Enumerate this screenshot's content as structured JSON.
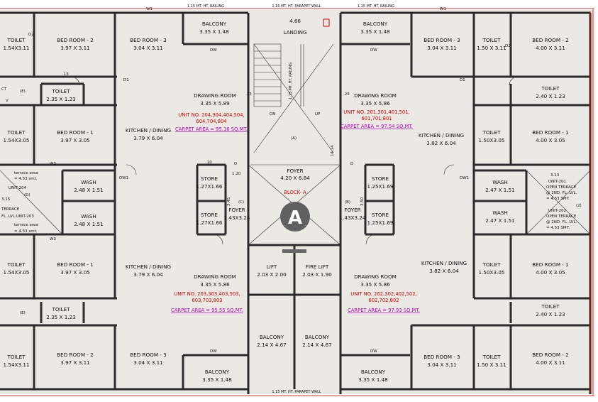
{
  "block": {
    "name": "BLOCK- A",
    "badge": "A"
  },
  "edge_labels": {
    "parapet_top_left": "1.15 MT. HT. RAILING",
    "parapet_top_mid": "1.15 MT. HT. PARAPET WALL",
    "parapet_top_right": "1.15 MT. HT. RAILING",
    "parapet_bottom": "1.15 MT. HT. PARAPET WALL",
    "railing_stair": "1.15 MT. HT. RAILING"
  },
  "core": {
    "landing": {
      "name": "LANDING",
      "dim": "4.66"
    },
    "stair_dn": "DN",
    "stair_up": "UP",
    "stair_a": "(A)",
    "foyer": {
      "name": "FOYER",
      "dim": "4.20 X 6.84"
    },
    "lift": {
      "name": "LIFT",
      "dim": "2.03 X 2.00"
    },
    "fire_lift": {
      "name": "FIRE LIFT",
      "dim": "2.03 X 1.90"
    },
    "side_dim": "14.14"
  },
  "units": [
    {
      "no": "UNIT NO. 204,304,404,504,",
      "no2": "604,704,804",
      "carpet": "CARPET AREA = 95.16 SQ.MT."
    },
    {
      "no": "UNIT NO. 201,301,401,501,",
      "no2": "601,701,801",
      "carpet": "CARPET AREA = 97.54 SQ.MT."
    },
    {
      "no": "UNIT NO. 203,303,403,503,",
      "no2": "603,703,803",
      "carpet": "CARPET AREA = 95.55 SQ.MT."
    },
    {
      "no": "UNIT NO. 202,302,402,502,",
      "no2": "602,702,802",
      "carpet": "CARPET AREA = 97.93 SQ.MT."
    }
  ],
  "rooms": {
    "balcony_tl": {
      "name": "BALCONY",
      "dim": "3.35 X 1.48"
    },
    "balcony_tr": {
      "name": "BALCONY",
      "dim": "3.35 X 1.48"
    },
    "balcony_bl": {
      "name": "BALCONY",
      "dim": "3.35 X 1.48"
    },
    "balcony_br": {
      "name": "BALCONY",
      "dim": "3.35 X 1.48"
    },
    "balcony_bm1": {
      "name": "BALCONY",
      "dim": "2.14 X 4.67"
    },
    "balcony_bm2": {
      "name": "BALCONY",
      "dim": "2.14 X 4.67"
    },
    "bed2_tl": {
      "name": "BED ROOM - 2",
      "dim": "3.97 X 3.11"
    },
    "bed3_tl": {
      "name": "BED ROOM - 3",
      "dim": "3.04 X 3.11"
    },
    "toilet_tl": {
      "name": "TOILET",
      "dim": "1.54X3.11"
    },
    "bed3_tr": {
      "name": "BED ROOM - 3",
      "dim": "3.04 X 3.11"
    },
    "toilet_tr": {
      "name": "TOILET",
      "dim": "1.50 X 3.11"
    },
    "bed2_tr": {
      "name": "BED ROOM - 2",
      "dim": "4.00 X 3.11"
    },
    "drawing_tl": {
      "name": "DRAWING ROOM",
      "dim": "3.35 X 5.89"
    },
    "drawing_tr": {
      "name": "DRAWING ROOM",
      "dim": "3.35 X 5.86"
    },
    "drawing_bl": {
      "name": "DRAWING ROOM",
      "dim": "3.35 X 5.86"
    },
    "drawing_br": {
      "name": "DRAWING ROOM",
      "dim": "3.35 X 5.86"
    },
    "toilet_l1": {
      "name": "TOILET",
      "dim": "2.35 X 1.23"
    },
    "toilet_r1": {
      "name": "TOILET",
      "dim": "2.40 X 1.23"
    },
    "toilet_l2": {
      "name": "TOILET",
      "dim": "1.54X3.05"
    },
    "bed1_l1": {
      "name": "BED ROOM - 1",
      "dim": "3.97 X 3.05"
    },
    "kitchen_l1": {
      "name": "KITCHEN / DINING",
      "dim": "3.79 X 6.04"
    },
    "kitchen_r1": {
      "name": "KITCHEN / DINING",
      "dim": "3.82 X 6.04"
    },
    "toilet_r2": {
      "name": "TOILET",
      "dim": "1.50X3.05"
    },
    "bed1_r1": {
      "name": "BED ROOM - 1",
      "dim": "4.00 X 3.05"
    },
    "wash_l1": {
      "name": "WASH",
      "dim": "2.48 X 1.51"
    },
    "wash_l2": {
      "name": "WASH",
      "dim": "2.48 X 1.51"
    },
    "wash_r1": {
      "name": "WASH",
      "dim": "2.47 X 1.51"
    },
    "wash_r2": {
      "name": "WASH",
      "dim": "2.47 X 1.51"
    },
    "store_l1": {
      "name": "STORE",
      "dim": "1.27X1.66"
    },
    "store_l2": {
      "name": "STORE",
      "dim": "1.27X1.66"
    },
    "store_r1": {
      "name": "STORE",
      "dim": "1.25X1.69"
    },
    "store_r2": {
      "name": "STORE",
      "dim": "1.25X1.69"
    },
    "foyer_l": {
      "name": "FOYER",
      "dim": "1.43X3.24"
    },
    "foyer_r": {
      "name": "FOYER",
      "dim": "1.43X3.24"
    },
    "toilet_l3": {
      "name": "TOILET",
      "dim": "1.54X3.05"
    },
    "bed1_l2": {
      "name": "BED ROOM - 1",
      "dim": "3.97 X 3.05"
    },
    "kitchen_l2": {
      "name": "KITCHEN / DINING",
      "dim": "3.79 X 6.04"
    },
    "kitchen_r2": {
      "name": "KITCHEN / DINING",
      "dim": "3.82 X 6.04"
    },
    "toilet_r3": {
      "name": "TOILET",
      "dim": "1.50X3.05"
    },
    "bed1_r2": {
      "name": "BED ROOM - 1",
      "dim": "4.00 X 3.05"
    },
    "toilet_l4": {
      "name": "TOILET",
      "dim": "2.35 X 1.23"
    },
    "toilet_r4": {
      "name": "TOILET",
      "dim": "2.40 X 1.23"
    },
    "toilet_bl": {
      "name": "TOILET",
      "dim": "1.54X3.11"
    },
    "bed2_bl": {
      "name": "BED ROOM - 2",
      "dim": "3.97 X 3.11"
    },
    "bed3_bl": {
      "name": "BED ROOM - 3",
      "dim": "3.04 X 3.11"
    },
    "bed3_br": {
      "name": "BED ROOM - 3",
      "dim": "3.04 X 3.11"
    },
    "toilet_br": {
      "name": "TOILET",
      "dim": "1.50 X 3.11"
    },
    "bed2_br": {
      "name": "BED ROOM - 2",
      "dim": "4.00 X 3.11"
    }
  },
  "terraces": {
    "left_a": {
      "name": "terrace area",
      "dim": "= 4.53 smt."
    },
    "left_unit": "UNIT-204",
    "left_d": "(D)",
    "left_b_terrace": "TERRACE",
    "left_b_fl": "FL. LVL.UNIT-203",
    "left_b_area": "terrace area",
    "left_b_dim": "= 4.53 smt.",
    "left_ct": "CT",
    "left_e": "(E)",
    "left_315": "3.15",
    "right_313": "3.13",
    "right_unit1": "UNIT-201",
    "right_open1": "OPEN TERRACE",
    "right_lvl1": "@ 2ND. FL. LVL.",
    "right_area1": "= 4.53 SMT.",
    "right_unit2": "UNIT-202",
    "right_open2": "OPEN TERRACE",
    "right_lvl2": "@ 2ND. FL. LVL.",
    "right_area2": "= 4.53 SMT.",
    "right_2": "(2)"
  },
  "misc": {
    "c_mark": "(C)",
    "b_mark": "(B)",
    "d1": "D1",
    "d2": "D2",
    "dw": "DW",
    "dw1": "DW1",
    "w1": "W1",
    "w3": "W3",
    "d": "D",
    "v": "V",
    "dim_120": "1.20",
    "dim_345": "3.45",
    "dim_350": "3.50",
    "dim_13": ".13",
    "dim_23": ".23",
    "dim_10": ".10"
  }
}
